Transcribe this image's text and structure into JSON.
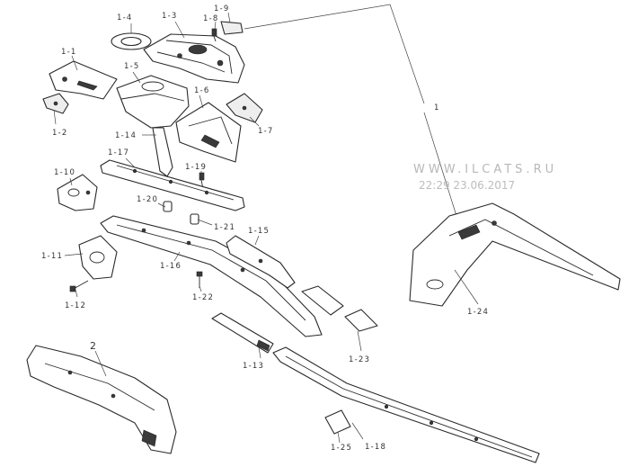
{
  "labels": {
    "p1": "1",
    "p1_1": "1-1",
    "p1_2": "1-2",
    "p1_3": "1-3",
    "p1_4": "1-4",
    "p1_5": "1-5",
    "p1_6": "1-6",
    "p1_7": "1-7",
    "p1_8": "1-8",
    "p1_9": "1-9",
    "p1_10": "1-10",
    "p1_11": "1-11",
    "p1_12": "1-12",
    "p1_13": "1-13",
    "p1_14": "1-14",
    "p1_15": "1-15",
    "p1_16": "1-16",
    "p1_17": "1-17",
    "p1_18": "1-18",
    "p1_19": "1-19",
    "p1_20": "1-20",
    "p1_21": "1-21",
    "p1_22": "1-22",
    "p1_23": "1-23",
    "p1_24": "1-24",
    "p1_25": "1-25",
    "p2": "2"
  },
  "watermark": {
    "site": "WWW.ILCATS.RU",
    "timestamp": "22:29 23.06.2017"
  }
}
